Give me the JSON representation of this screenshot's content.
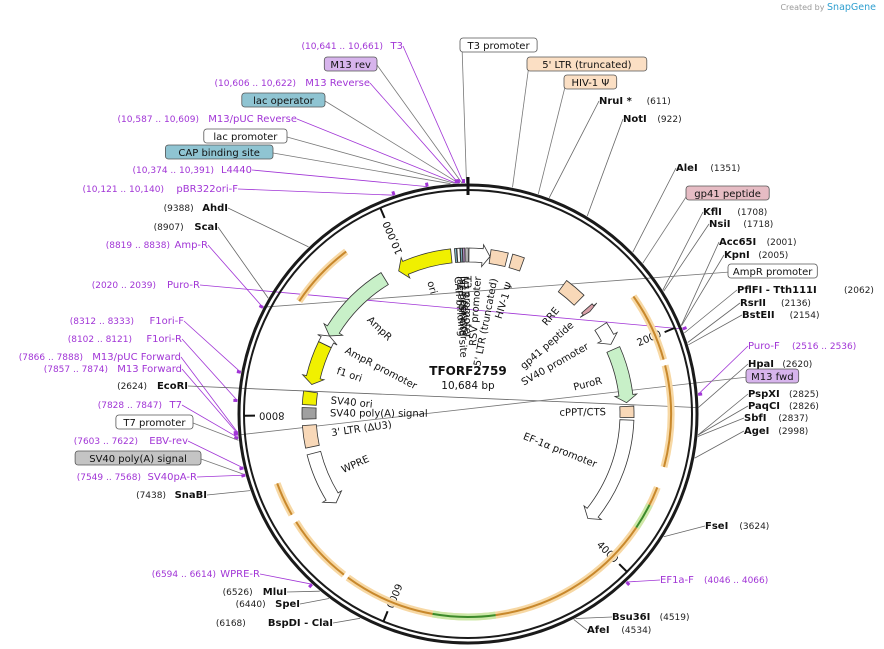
{
  "credit": {
    "prefix": "Created by",
    "brand": "SnapGene"
  },
  "plasmid": {
    "name": "TFORF2759",
    "size": "10,684 bp",
    "length": 10684
  },
  "ticks": [
    {
      "label": "2000",
      "bp": 2000
    },
    {
      "label": "4000",
      "bp": 4000
    },
    {
      "label": "6000",
      "bp": 6000
    },
    {
      "label": "8000",
      "bp": 8000
    },
    {
      "label": "10,000",
      "bp": 10000
    }
  ],
  "features": [
    {
      "name": "RSV promoter",
      "start": 10,
      "end": 236,
      "color": "#ffffff",
      "dir": 1
    },
    {
      "name": "5' LTR (truncated)",
      "start": 237,
      "end": 417,
      "color": "#f8d8b8",
      "dir": 0
    },
    {
      "name": "HIV-1 Ψ",
      "start": 464,
      "end": 589,
      "color": "#f8d8b8",
      "dir": 0
    },
    {
      "name": "RRE",
      "start": 1082,
      "end": 1315,
      "color": "#f8d8b8",
      "dir": 0
    },
    {
      "name": "gp41 peptide",
      "start": 1436,
      "end": 1483,
      "color": "#d8a0a8",
      "dir": 1
    },
    {
      "name": "SV40 promoter",
      "start": 1680,
      "end": 1900,
      "color": "#ffffff",
      "dir": 1
    },
    {
      "name": "PuroR",
      "start": 1960,
      "end": 2550,
      "color": "#c8f0c8",
      "dir": 1
    },
    {
      "name": "cPPT/CTS",
      "start": 2590,
      "end": 2708,
      "color": "#f8d8b8",
      "dir": 0
    },
    {
      "name": "EF-1α promoter",
      "start": 2735,
      "end": 3890,
      "color": "#ffffff",
      "dir": 1
    },
    {
      "name": "WPRE",
      "start": 7005,
      "end": 7590,
      "color": "#ffffff",
      "dir": -1
    },
    {
      "name": "3' LTR (ΔU3)",
      "start": 7660,
      "end": 7894,
      "color": "#f8d8b8",
      "dir": 0
    },
    {
      "name": "SV40 poly(A) signal",
      "start": 7960,
      "end": 8080,
      "color": "#a0a0a0",
      "dir": 0
    },
    {
      "name": "SV40 ori",
      "start": 8110,
      "end": 8250,
      "color": "#f0f000",
      "dir": 0
    },
    {
      "name": "f1 ori",
      "start": 8330,
      "end": 8780,
      "color": "#f0f000",
      "dir": -1
    },
    {
      "name": "AmpR promoter",
      "start": 8781,
      "end": 8885,
      "color": "#ffffff",
      "dir": 1
    },
    {
      "name": "AmpR",
      "start": 8886,
      "end": 9746,
      "color": "#c8f0c8",
      "dir": -1
    },
    {
      "name": "ori",
      "start": 9917,
      "end": 10505,
      "color": "#f0f000",
      "dir": -1
    },
    {
      "name": "CAP binding site",
      "start": 10545,
      "end": 10565,
      "color": "#7fb8c8",
      "dir": 0
    },
    {
      "name": "lac promoter",
      "start": 10570,
      "end": 10600,
      "color": "#ffffff",
      "dir": 0
    },
    {
      "name": "lac operator",
      "start": 10606,
      "end": 10625,
      "color": "#7fb8c8",
      "dir": 0
    },
    {
      "name": "M13 rev",
      "start": 10630,
      "end": 10650,
      "color": "#d0a0e0",
      "dir": 0
    },
    {
      "name": "T3 promoter",
      "start": 10662,
      "end": 10684,
      "color": "#ffffff",
      "dir": 0
    }
  ],
  "orfs": [
    {
      "start": 1620,
      "end": 2210
    },
    {
      "start": 2260,
      "end": 3120
    },
    {
      "start": 3300,
      "end": 5560
    },
    {
      "start": 5580,
      "end": 6420
    },
    {
      "start": 6460,
      "end": 7060
    },
    {
      "start": 7130,
      "end": 7420
    },
    {
      "start": 9015,
      "end": 9590
    }
  ],
  "green_arcs": [
    {
      "start": 3460,
      "end": 3680
    },
    {
      "start": 5110,
      "end": 5640
    }
  ],
  "labels": [
    {
      "name": "T3",
      "range": "(10,641 .. 10,661)",
      "kind": "primer",
      "bp": 10651
    },
    {
      "name": "T3 promoter",
      "kind": "feature",
      "bp": 10673
    },
    {
      "name": "M13 rev",
      "kind": "feature",
      "color": "#d7b4ec",
      "bp": 10640
    },
    {
      "name": "5' LTR (truncated)",
      "kind": "feature",
      "color": "#fbdfc4",
      "bp": 330
    },
    {
      "name": "M13 Reverse",
      "range": "(10,606 .. 10,622)",
      "kind": "primer",
      "bp": 10614
    },
    {
      "name": "HIV-1 Ψ",
      "kind": "feature",
      "color": "#fbdfc4",
      "bp": 526
    },
    {
      "name": "lac operator",
      "kind": "feature",
      "color": "#8fc4d2",
      "bp": 10615
    },
    {
      "name": "NruI *",
      "pos": "(611)",
      "kind": "enzyme",
      "bp": 611
    },
    {
      "name": "M13/pUC Reverse",
      "range": "(10,587 .. 10,609)",
      "kind": "primer",
      "bp": 10598
    },
    {
      "name": "NotI",
      "pos": "(922)",
      "kind": "enzyme",
      "bp": 922
    },
    {
      "name": "lac promoter",
      "kind": "feature",
      "bp": 10585
    },
    {
      "name": "CAP binding site",
      "kind": "feature",
      "color": "#8fc4d2",
      "bp": 10555
    },
    {
      "name": "L4440",
      "range": "(10,374 .. 10,391)",
      "kind": "primer",
      "bp": 10382
    },
    {
      "name": "AleI",
      "pos": "(1351)",
      "kind": "enzyme",
      "bp": 1351
    },
    {
      "name": "pBR322ori-F",
      "range": "(10,121 .. 10,140)",
      "kind": "primer",
      "bp": 10130
    },
    {
      "name": "gp41 peptide",
      "kind": "feature",
      "color": "#e6bcc4",
      "bp": 1460
    },
    {
      "name": "AhdI",
      "pos": "(9388)",
      "kind": "enzyme",
      "bp": 9388
    },
    {
      "name": "KflI",
      "pos": "(1708)",
      "kind": "enzyme",
      "bp": 1708
    },
    {
      "name": "NsiI",
      "pos": "(1718)",
      "kind": "enzyme",
      "bp": 1718
    },
    {
      "name": "ScaI",
      "pos": "(8907)",
      "kind": "enzyme",
      "bp": 8907
    },
    {
      "name": "Acc65I",
      "pos": "(2001)",
      "kind": "enzyme",
      "bp": 2001
    },
    {
      "name": "Amp-R",
      "range": "(8819 .. 8838)",
      "kind": "primer",
      "bp": 8828
    },
    {
      "name": "KpnI",
      "pos": "(2005)",
      "kind": "enzyme",
      "bp": 2005
    },
    {
      "name": "Puro-R",
      "range": "(2020 .. 2039)",
      "kind": "primer",
      "bp": 2030
    },
    {
      "name": "AmpR promoter",
      "kind": "feature",
      "bp": 8830
    },
    {
      "name": "PflFI - Tth111I",
      "pos": "(2062)",
      "kind": "enzyme",
      "bp": 2062
    },
    {
      "name": "RsrII",
      "pos": "(2136)",
      "kind": "enzyme",
      "bp": 2136
    },
    {
      "name": "BstEII",
      "pos": "(2154)",
      "kind": "enzyme",
      "bp": 2154
    },
    {
      "name": "F1ori-F",
      "range": "(8312 .. 8333)",
      "kind": "primer",
      "bp": 8322
    },
    {
      "name": "F1ori-R",
      "range": "(8102 .. 8121)",
      "kind": "primer",
      "bp": 8112
    },
    {
      "name": "Puro-F",
      "range": "(2516 .. 2536)",
      "kind": "primer",
      "bp": 2526
    },
    {
      "name": "M13/pUC Forward",
      "range": "(7866 .. 7888)",
      "kind": "primer",
      "bp": 7877
    },
    {
      "name": "HpaI",
      "pos": "(2620)",
      "kind": "enzyme",
      "bp": 2620
    },
    {
      "name": "M13 Forward",
      "range": "(7857 .. 7874)",
      "kind": "primer",
      "bp": 7866
    },
    {
      "name": "EcoRI",
      "pos": "(2624)",
      "kind": "enzyme",
      "bp": 2624
    },
    {
      "name": "M13 fwd",
      "kind": "feature",
      "color": "#d7b4ec",
      "bp": 7858
    },
    {
      "name": "PspXI",
      "pos": "(2825)",
      "kind": "enzyme",
      "bp": 2825
    },
    {
      "name": "PaqCI",
      "pos": "(2826)",
      "kind": "enzyme",
      "bp": 2826
    },
    {
      "name": "T7",
      "range": "(7828 .. 7847)",
      "kind": "primer",
      "bp": 7838
    },
    {
      "name": "SbfI",
      "pos": "(2837)",
      "kind": "enzyme",
      "bp": 2837
    },
    {
      "name": "AgeI",
      "pos": "(2998)",
      "kind": "enzyme",
      "bp": 2998
    },
    {
      "name": "T7 promoter",
      "kind": "feature",
      "bp": 7818
    },
    {
      "name": "EBV-rev",
      "range": "(7603 .. 7622)",
      "kind": "primer",
      "bp": 7612
    },
    {
      "name": "SV40 poly(A) signal",
      "kind": "feature",
      "color": "#c4c4c4",
      "bp": 7560
    },
    {
      "name": "SV40pA-R",
      "range": "(7549 .. 7568)",
      "kind": "primer",
      "bp": 7558
    },
    {
      "name": "SnaBI",
      "pos": "(7438)",
      "kind": "enzyme",
      "bp": 7438
    },
    {
      "name": "FseI",
      "pos": "(3624)",
      "kind": "enzyme",
      "bp": 3624
    },
    {
      "name": "EF1a-F",
      "range": "(4046 .. 4066)",
      "kind": "primer",
      "bp": 4056
    },
    {
      "name": "WPRE-R",
      "range": "(6594 .. 6614)",
      "kind": "primer",
      "bp": 6604
    },
    {
      "name": "MluI",
      "pos": "(6526)",
      "kind": "enzyme",
      "bp": 6526
    },
    {
      "name": "SpeI",
      "pos": "(6440)",
      "kind": "enzyme",
      "bp": 6440
    },
    {
      "name": "BspDI - ClaI",
      "pos": "(6168)",
      "kind": "enzyme",
      "bp": 6168
    },
    {
      "name": "Bsu36I",
      "pos": "(4519)",
      "kind": "enzyme",
      "bp": 4519
    },
    {
      "name": "AfeI",
      "pos": "(4534)",
      "kind": "enzyme",
      "bp": 4534
    }
  ]
}
